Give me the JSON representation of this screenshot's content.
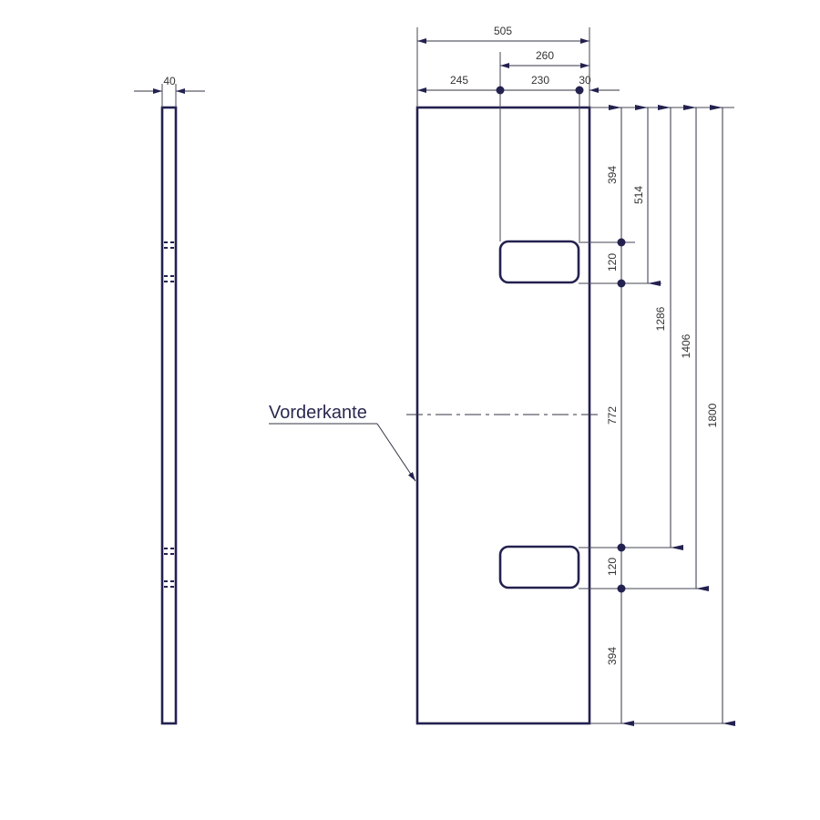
{
  "drawing": {
    "type": "technical-dimension-drawing",
    "colors": {
      "outline": "#23214f",
      "dimension": "#333344",
      "background": "#ffffff"
    },
    "side_view": {
      "thickness_label": "40"
    },
    "front_view": {
      "annotation": "Vorderkante",
      "horizontal_dims": {
        "total_width": "505",
        "hole_span": "260",
        "left_offset": "245",
        "hole_center_gap": "230",
        "right_offset": "30"
      },
      "vertical_dims": {
        "top_to_hole1": "394",
        "top_to_hole1_bottom": "514",
        "hole1_height": "120",
        "between_holes": "772",
        "top_to_hole2": "1286",
        "top_to_hole2_bottom": "1406",
        "hole2_height": "120",
        "hole2_to_bottom": "394",
        "total_height": "1800"
      }
    }
  }
}
